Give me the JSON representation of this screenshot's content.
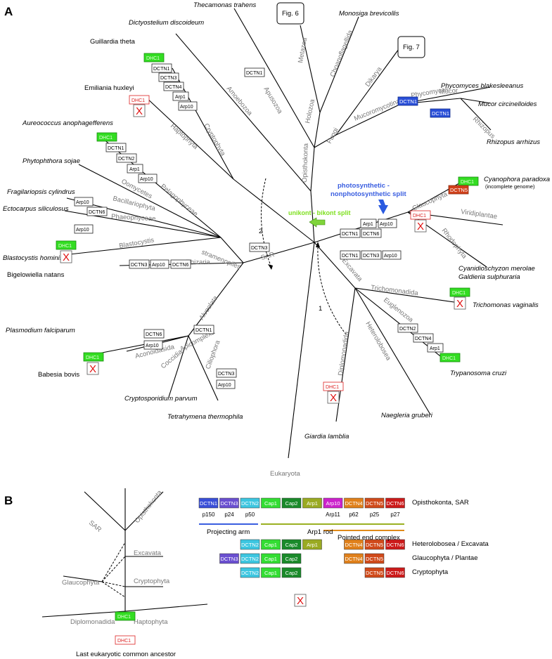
{
  "panel_a": {
    "letter": "A",
    "root": "Eukaryota",
    "fig6": "Fig. 6",
    "fig7": "Fig. 7",
    "unikont_split": "unikont - bikont split",
    "photo_split_1": "photosynthetic -",
    "photo_split_2": "nonphotosynthetic split",
    "arrow1": "1",
    "arrow2": "2",
    "species": {
      "thecamonas": "Thecamonas trahens",
      "monosiga": "Monosiga brevicollis",
      "dictyostelium": "Dictyostelium discoideum",
      "guillardia": "Guillardia theta",
      "phycomyces": "Phycomyces blakesleeanus",
      "emiliania": "Emiliania huxleyi",
      "mucor": "Mucor circinelloides",
      "aureococcus": "Aureococcus anophagefferens",
      "rhizopus": "Rhizopus arrhizus",
      "phytophthora": "Phytophthora sojae",
      "cyanophora": "Cyanophora paradoxa",
      "cyanophora_note": "(incomplete genome)",
      "fragilariopsis": "Fragilariopsis cylindrus",
      "ectocarpus": "Ectocarpus siliculosus",
      "blastocystis": "Blastocystis hominis",
      "cyanidioschyzon": "Cyanidioschyzon merolae",
      "galdieria": "Galdieria sulphuraria",
      "bigelowiella": "Bigelowiella natans",
      "trichomonas": "Trichomonas vaginalis",
      "plasmodium": "Plasmodium falciparum",
      "babesia": "Babesia bovis",
      "trypanosoma": "Trypanosoma cruzi",
      "cryptosporidium": "Cryptosporidium parvum",
      "naegleria": "Naegleria gruberi",
      "tetrahymena": "Tetrahymena thermophila",
      "giardia": "Giardia lamblia"
    },
    "clades": {
      "metazoa": "Metazoa",
      "choanoflagellida": "Choanoflagellida",
      "apusozoa": "Apusozoa",
      "amoebozoa": "Amoebozoa",
      "holozoa": "Holozoa",
      "dikarya": "Dikarya",
      "phycomyces": "Phycomyces",
      "mucoromycotina": "Mucoromycotina",
      "fungi": "Fungi",
      "mucor": "Mucor",
      "rhizopus": "Rhizopus",
      "cryptophyta": "Cryptophyta",
      "haptophyta": "Haptophyta",
      "opisthokonta": "Opisthokonta",
      "pelagophyceae": "Pelagophyceae",
      "oomycetes": "Oomycetes",
      "bacillariophyta": "Bacillariophyta",
      "phaeophyceae": "Phaeophyceae",
      "blastocystis": "Blastocystis",
      "stramenopiles": "stramenopiles",
      "sar": "SAR",
      "glaucophyta": "Glaucophyta",
      "viridiplantae": "Viridiplantae",
      "rhodophyta": "Rhodophyta",
      "rhizaria": "Rhizaria",
      "alveolata": "Alveolata",
      "excavata": "Excavata",
      "trichomonadida": "Trichomonadida",
      "euglenozoa": "Euglenozoa",
      "heterolobosea": "Heterolobosea",
      "diplomonadida": "Diplomonadida",
      "apicomplexa": "Apicomplexa",
      "ciliophora": "Ciliophora",
      "aconoidasida": "Aconoidasida",
      "coccidia": "Coccidia"
    },
    "gene": {
      "dhc1": "DHC1",
      "dctn1": "DCTN1",
      "dctn2": "DCTN2",
      "dctn3": "DCTN3",
      "dctn4": "DCTN4",
      "dctn5": "DCTN5",
      "dctn6": "DCTN6",
      "arp1": "Arp1",
      "arp10": "Arp10",
      "x": "X"
    }
  },
  "panel_b": {
    "letter": "B",
    "tree_labels": {
      "sar": "SAR",
      "opisthokonta": "Opisthokonta",
      "excavata": "Excavata",
      "glaucophyta": "Glaucophyta",
      "cryptophyta": "Cryptophyta",
      "diplomonadida": "Diplomonadida",
      "haptophyta": "Haptophyta",
      "dhc1": "DHC1",
      "lca": "Last eukaryotic common ancestor"
    },
    "subunits": [
      {
        "name": "DCTN1",
        "color": "#3a4fd8",
        "alias": "p150"
      },
      {
        "name": "DCTN3",
        "color": "#6a4fd0",
        "alias": "p24"
      },
      {
        "name": "DCTN2",
        "color": "#3cc6e0",
        "alias": "p50"
      },
      {
        "name": "Cap1",
        "color": "#33dd33",
        "alias": ""
      },
      {
        "name": "Cap2",
        "color": "#1a8a2a",
        "alias": ""
      },
      {
        "name": "Arp1",
        "color": "#9aaa22",
        "alias": ""
      },
      {
        "name": "Arp10",
        "color": "#cc22cc",
        "alias": "Arp11"
      },
      {
        "name": "DCTN4",
        "color": "#e0801a",
        "alias": "p62"
      },
      {
        "name": "DCTN5",
        "color": "#d04a1a",
        "alias": "p25"
      },
      {
        "name": "DCTN6",
        "color": "#cc1a1a",
        "alias": "p27"
      }
    ],
    "row_labels": {
      "row1": "Opisthokonta, SAR",
      "row2": "Heterolobosea / Excavata",
      "row3": "Glaucophyta / Plantae",
      "row4": "Cryptophyta"
    },
    "groups": {
      "projecting_arm": "Projecting arm",
      "arp1_rod": "Arp1 rod",
      "pointed_end": "Pointed end complex"
    },
    "x": "X"
  }
}
